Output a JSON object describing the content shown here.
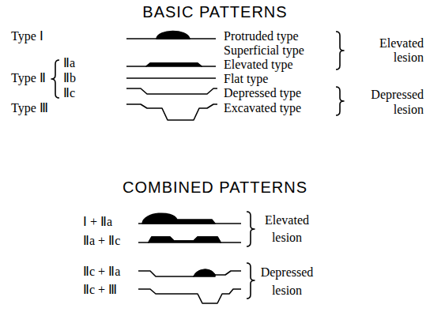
{
  "diagram": {
    "labels": [
      "BASIC PATTERNS",
      "Type Ⅰ",
      "Protruded type",
      "Superficial type",
      "Elevated lesion",
      "Type Ⅱ",
      "Ⅱa",
      "Elevated type",
      "Ⅱb",
      "Flat type",
      "Ⅱc",
      "Depressed type",
      "Depressed lesion",
      "Type Ⅲ",
      "Excavated type",
      "COMBINED PATTERNS",
      "Ⅰ + Ⅱa",
      "Ⅱa + Ⅱc",
      "Elevated lesion",
      "Ⅱc + Ⅱa",
      "Ⅱc + Ⅲ",
      "Depressed lesion"
    ]
  }
}
